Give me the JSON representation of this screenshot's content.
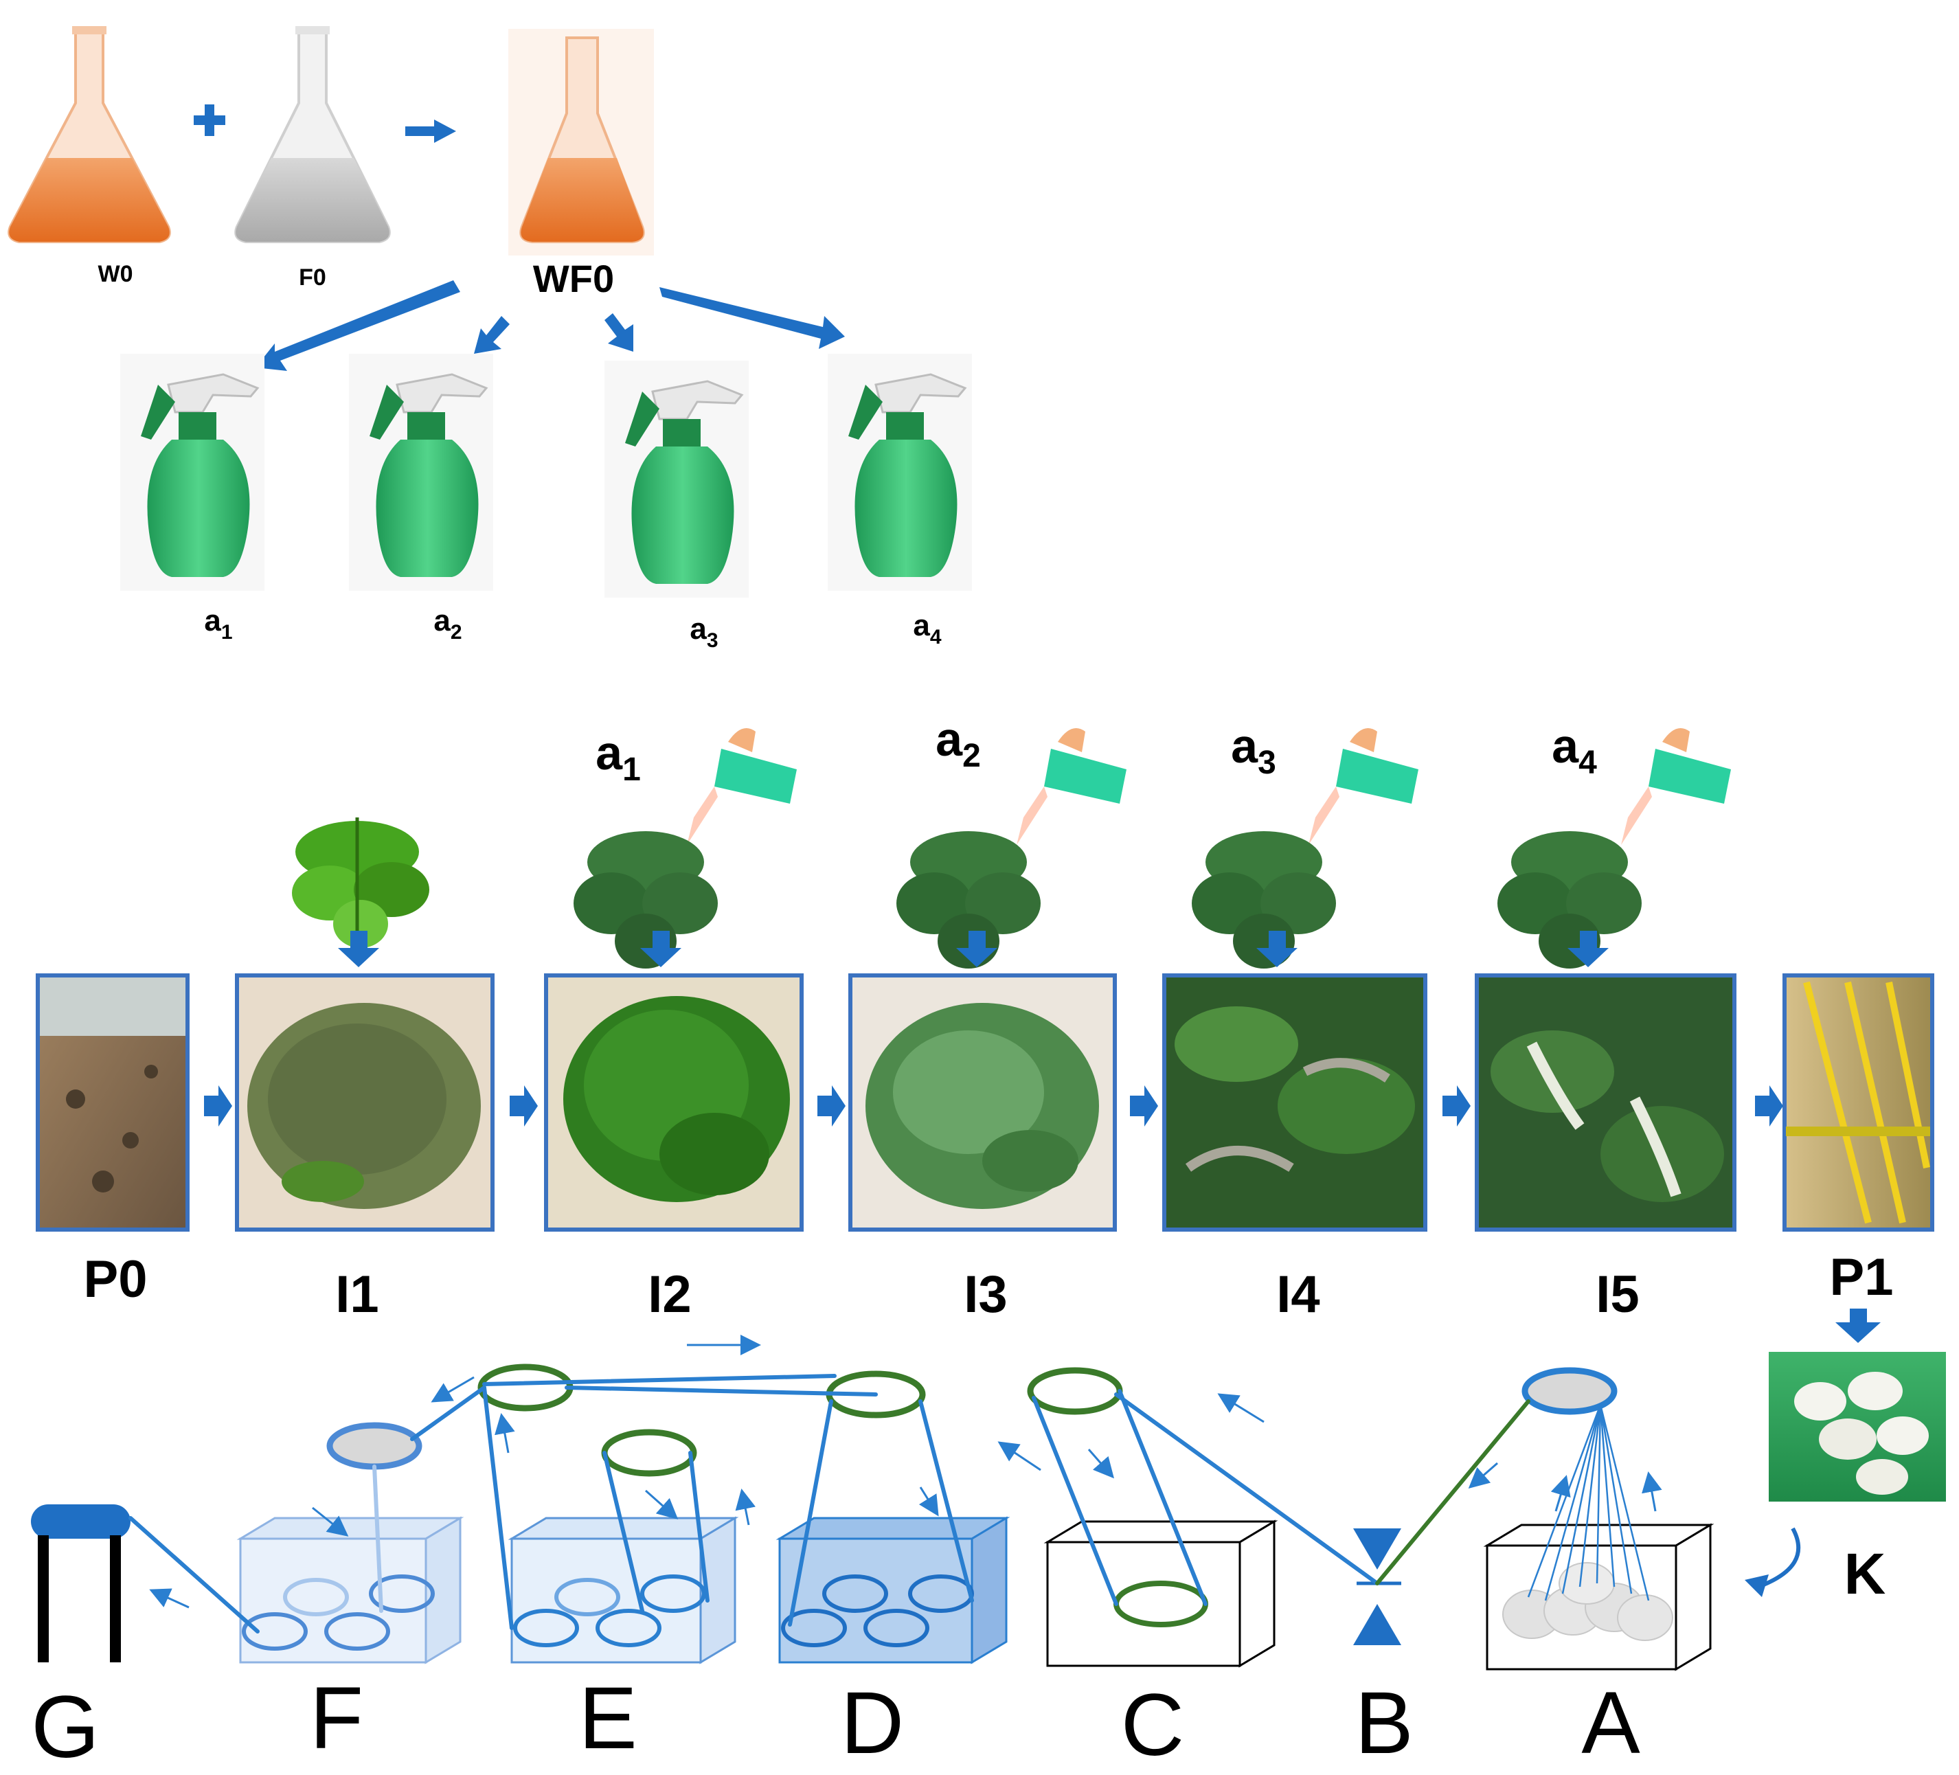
{
  "solutions": {
    "w0": "W0",
    "f0": "F0",
    "wf0": "WF0"
  },
  "sprayers": [
    {
      "base": "a",
      "sub": "1"
    },
    {
      "base": "a",
      "sub": "2"
    },
    {
      "base": "a",
      "sub": "3"
    },
    {
      "base": "a",
      "sub": "4"
    }
  ],
  "spray_labels": [
    {
      "base": "a",
      "sub": "1"
    },
    {
      "base": "a",
      "sub": "2"
    },
    {
      "base": "a",
      "sub": "3"
    },
    {
      "base": "a",
      "sub": "4"
    }
  ],
  "stages": [
    "P0",
    "I1",
    "I2",
    "I3",
    "I4",
    "I5",
    "P1"
  ],
  "cocoon_label": "K",
  "reeling_units": [
    "G",
    "F",
    "E",
    "D",
    "C",
    "B",
    "A"
  ],
  "colors": {
    "flask_orange": "#e8732a",
    "flask_gray": "#b5b5b5",
    "arrow_blue": "#1f6fc4",
    "sprayer_green": "#2fb86a",
    "leaf_dark": "#2f5e2f",
    "leaf_bright": "#3f9a1e",
    "thread_blue": "#2a7fd0",
    "thread_green": "#3a7a2a",
    "frame_blue": "#3b72c0"
  }
}
